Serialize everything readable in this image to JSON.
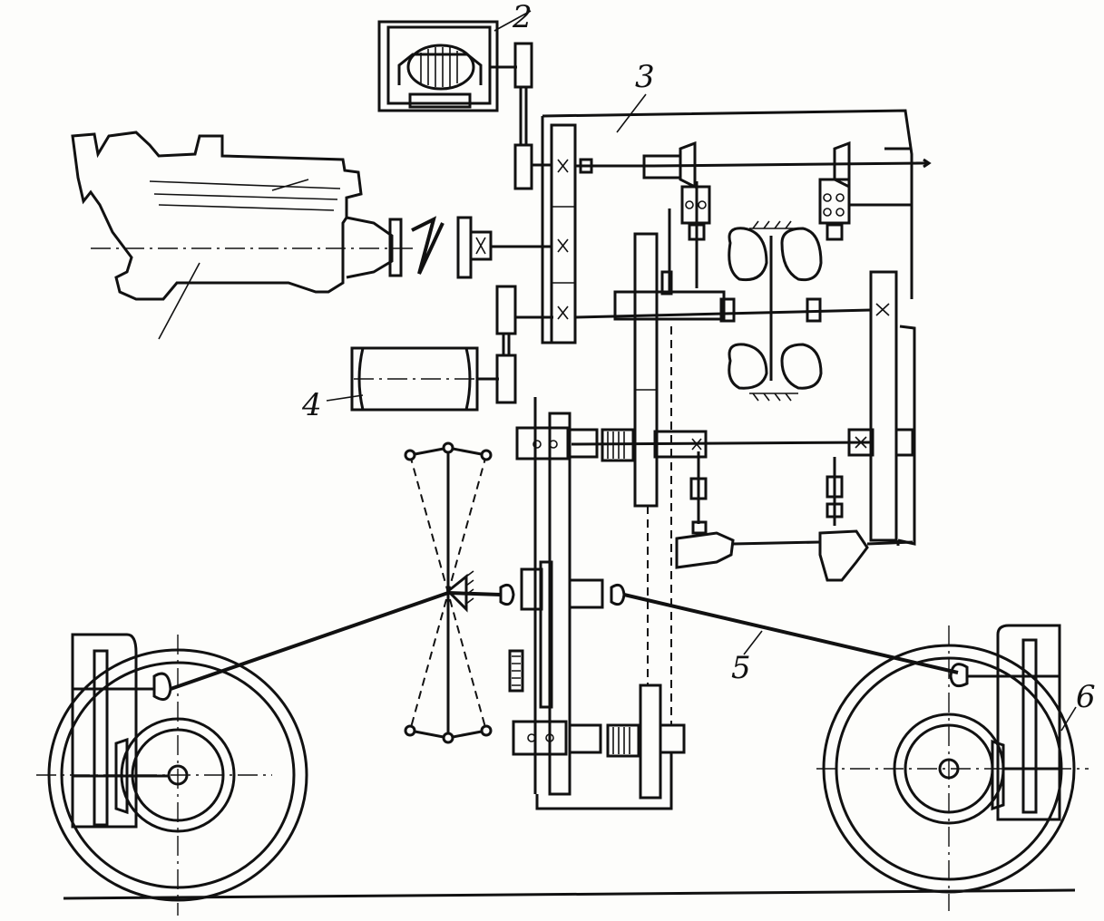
{
  "diagram": {
    "callouts": {
      "c2": "2",
      "c3": "3",
      "c4": "4",
      "c5": "5",
      "c6": "6"
    }
  }
}
